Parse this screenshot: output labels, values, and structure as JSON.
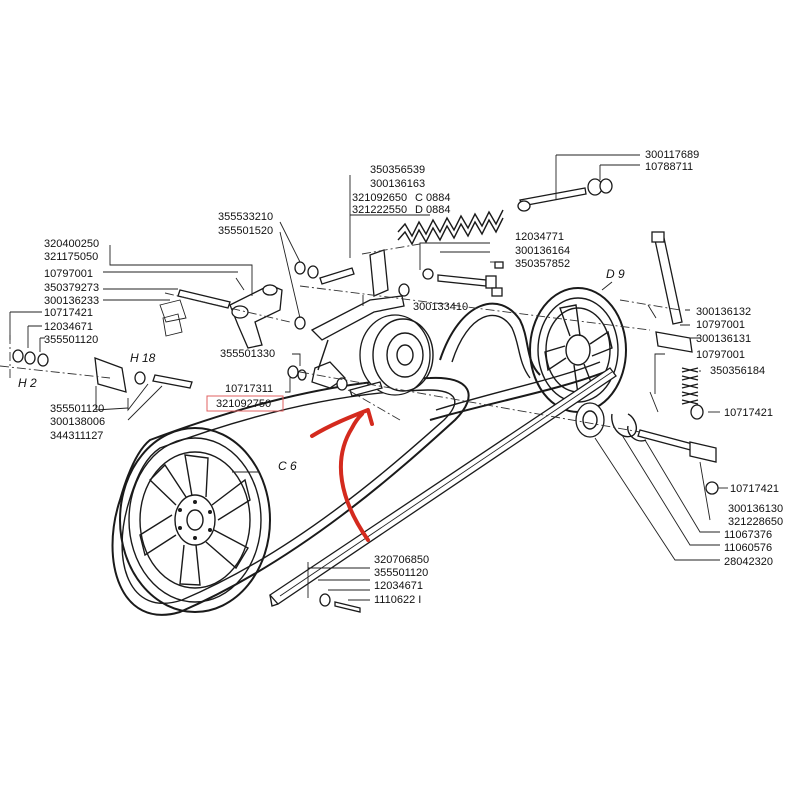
{
  "diagram": {
    "labels": {
      "p350356539": "350356539",
      "p300136163": "300136163",
      "p321092650": "321092650",
      "p321092650_suffix": "C 0884",
      "p321222550": "321222550",
      "p321222550_suffix": "D 0884",
      "p300117689": "300117689",
      "p10788711": "10788711",
      "p355533210": "355533210",
      "p355501520": "355501520",
      "p320400250": "320400250",
      "p321175050": "321175050",
      "p10797001a": "10797001",
      "p350379273": "350379273",
      "p300136233": "300136233",
      "p10717421a": "10717421",
      "p12034671a": "12034671",
      "p355501120a": "355501120",
      "p12034771": "12034771",
      "p300136164": "300136164",
      "p350357852": "350357852",
      "p300133410": "300133410",
      "p355501330": "355501330",
      "p10717311": "10717311",
      "p321092750": "321092750",
      "p355501120b": "355501120",
      "p300138006": "300138006",
      "p344311127": "344311127",
      "p300136132": "300136132",
      "p10797001b": "10797001",
      "p300136131": "300136131",
      "p10797001c": "10797001",
      "p350356184": "350356184",
      "p10717421b": "10717421",
      "p10717421c": "10717421",
      "p300136130": "300136130",
      "p321228650": "321228650",
      "p11067376": "11067376",
      "p11060576": "11060576",
      "p28042320": "28042320",
      "p320706850": "320706850",
      "p355501120c": "355501120",
      "p12034671b": "12034671",
      "p11106221": "1110622 I",
      "h18": "H 18",
      "h2": "H 2",
      "c6": "C 6",
      "d9": "D 9"
    },
    "highlighted_part": "p321092750",
    "colors": {
      "ink": "#1a1a1a",
      "highlight_box": "#e06060",
      "arrow": "#d42a1e"
    }
  }
}
